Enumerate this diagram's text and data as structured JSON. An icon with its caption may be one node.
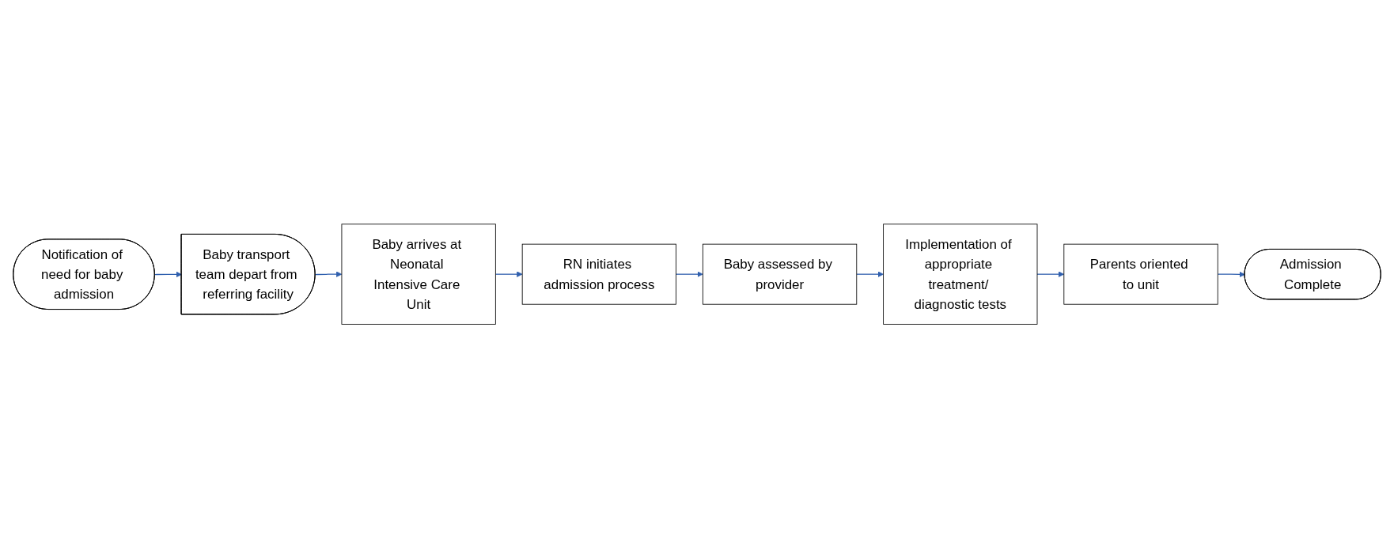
{
  "diagram": {
    "nodes": [
      {
        "text": [
          "Notification of need for baby admission"
        ]
      },
      {
        "text": [
          "Baby transport team depart from referring facility"
        ]
      },
      {
        "text": [
          "Baby arrives at Neonatal Intensive Care Unit"
        ]
      },
      {
        "text": [
          "RN initiates admission process"
        ]
      },
      {
        "text": [
          "Baby assessed by provider"
        ]
      },
      {
        "text": [
          "Implementation of appropriate treatment/ diagnostic tests"
        ]
      },
      {
        "text": [
          "Parents oriented to unit"
        ]
      },
      {
        "text": [
          "Admission Complete"
        ]
      }
    ],
    "edges": [
      {
        "from": 0,
        "to": 1,
        "arrow": "to"
      },
      {
        "from": 1,
        "to": 2,
        "arrow": "to"
      },
      {
        "from": 2,
        "to": 3,
        "arrow": "to"
      },
      {
        "from": 3,
        "to": 4,
        "arrow": "to"
      },
      {
        "from": 4,
        "to": 5,
        "arrow": "to"
      },
      {
        "from": 5,
        "to": 6,
        "arrow": "to"
      },
      {
        "from": 6,
        "to": 7,
        "arrow": "to"
      }
    ]
  }
}
